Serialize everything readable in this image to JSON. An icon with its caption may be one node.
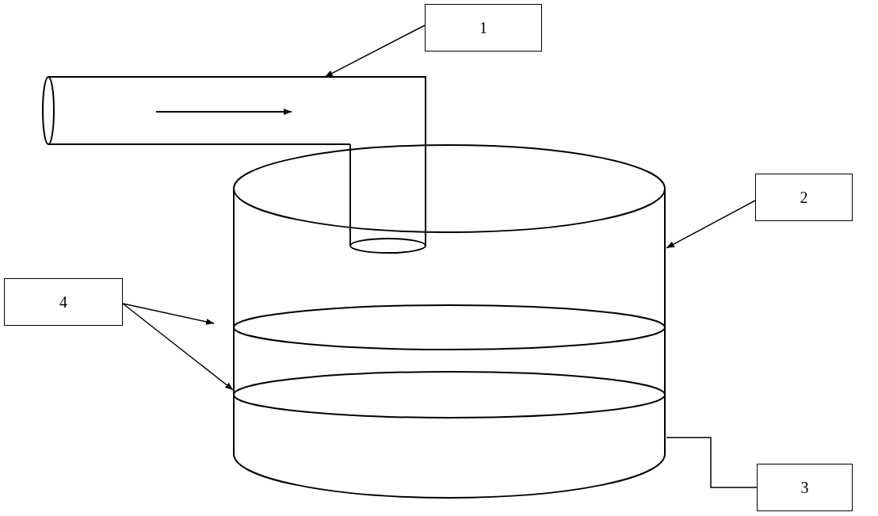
{
  "diagram": {
    "nodes": [
      {
        "text": [
          "1"
        ]
      },
      {
        "text": [],
        "shape": "pipe"
      },
      {
        "text": [
          "2"
        ]
      },
      {
        "text": [],
        "shape": "cylinder"
      },
      {
        "text": [
          "3"
        ]
      },
      {
        "text": [
          "4"
        ]
      },
      {
        "text": [],
        "shape": "ellipse",
        "in": 3
      },
      {
        "text": [],
        "shape": "ellipse",
        "in": 3
      }
    ],
    "edges": [
      {
        "from": 0,
        "to": 1,
        "arrow": "to"
      },
      {
        "from": 2,
        "to": 3,
        "arrow": "to"
      },
      {
        "from": 4,
        "to": 3,
        "arrow": "none"
      },
      {
        "from": 5,
        "to": 6,
        "arrow": "to"
      },
      {
        "from": 5,
        "to": 7,
        "arrow": "to"
      }
    ]
  }
}
